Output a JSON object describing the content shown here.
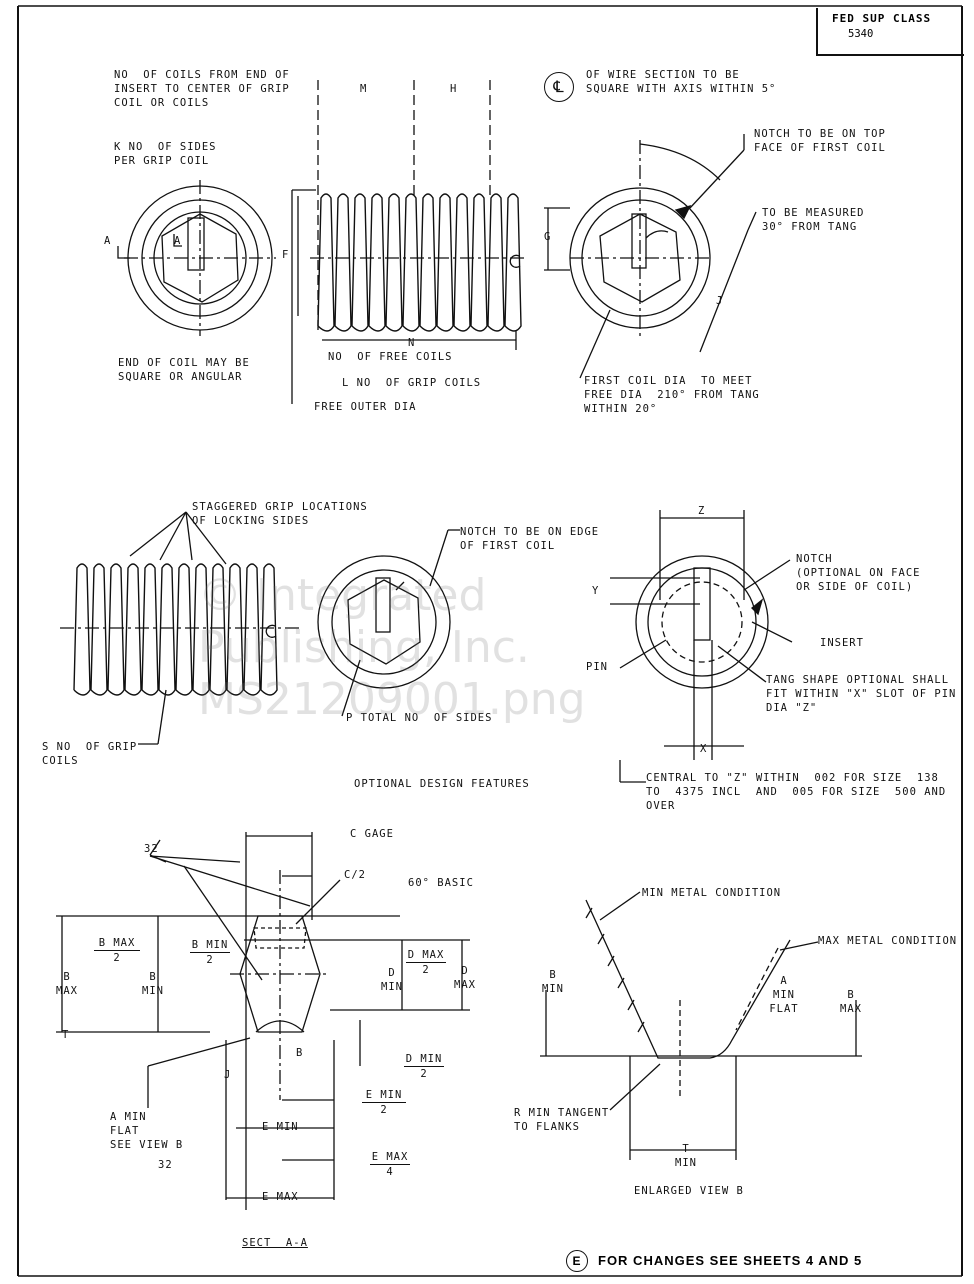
{
  "fsc": {
    "title": "FED SUP CLASS",
    "number": "5340"
  },
  "top_view": {
    "no_coils_label": "NO  OF COILS FROM END OF\nINSERT TO CENTER OF GRIP\nCOIL OR COILS",
    "dim_m": "M",
    "dim_h": "H",
    "centerline_symbol": "℄",
    "wire_section_note": "OF WIRE SECTION TO BE\nSQUARE WITH AXIS WITHIN 5°",
    "k_sides": "K NO  OF SIDES\nPER GRIP COIL",
    "section_a_left": "A",
    "section_a_right": "A",
    "end_coil_note": "END OF COIL MAY BE\nSQUARE OR ANGULAR",
    "dim_f": "F",
    "dim_n": "N",
    "free_coils": "NO  OF FREE COILS",
    "grip_coils": "L NO  OF GRIP COILS",
    "free_outer_dia": "FREE OUTER DIA",
    "notch_top": "NOTCH TO BE ON TOP\nFACE OF FIRST COIL",
    "measured_note": "TO BE MEASURED\n30° FROM TANG",
    "dim_g": "G",
    "dim_j": "J",
    "first_coil_note": "FIRST COIL DIA  TO MEET\nFREE DIA  210° FROM TANG\nWITHIN 20°"
  },
  "optional": {
    "staggered": "STAGGERED GRIP LOCATIONS\nOF LOCKING SIDES",
    "notch_edge": "NOTCH TO BE ON EDGE\nOF FIRST COIL",
    "s_grip": "S NO  OF GRIP\nCOILS",
    "p_sides": "P TOTAL NO  OF SIDES",
    "title": "OPTIONAL DESIGN FEATURES",
    "dim_z": "Z",
    "notch_optional": "NOTCH\n(OPTIONAL ON FACE\nOR SIDE OF COIL)",
    "dim_y": "Y",
    "insert": "INSERT",
    "pin": "PIN",
    "tang_shape": "TANG SHAPE OPTIONAL SHALL\nFIT WITHIN \"X\" SLOT OF PIN\nDIA \"Z\"",
    "dim_x": "X",
    "central_note": "CENTRAL TO \"Z\" WITHIN  002 FOR SIZE  138\nTO  4375 INCL  AND  005 FOR SIZE  500 AND\nOVER"
  },
  "section": {
    "finish": "32",
    "finish2": "32",
    "c_gage": "C GAGE",
    "c_half": "C/2",
    "basic_angle": "60° BASIC",
    "b_max_frac": "B MAX",
    "b_min_frac": "B MIN",
    "two": "2",
    "b_max": "B\nMAX",
    "b_min": "B\nMIN",
    "d_max_frac": "D MAX",
    "d_min": "D\nMIN",
    "d_max": "D\nMAX",
    "d_min_frac": "D MIN",
    "dim_t": "T",
    "dim_b": "B",
    "dim_j": "J",
    "a_min_flat": "A MIN\nFLAT\nSEE VIEW B",
    "e_min_frac": "E MIN",
    "e_min": "E MIN",
    "e_max_frac": "E MAX",
    "four": "4",
    "e_max": "E MAX",
    "sect_label": "SECT  A-A"
  },
  "view_b": {
    "min_metal": "MIN METAL CONDITION",
    "max_metal": "MAX METAL CONDITION",
    "b_min": "B\nMIN",
    "a_min_flat": "A\nMIN\nFLAT",
    "b_max": "B\nMAX",
    "r_min": "R MIN TANGENT\nTO FLANKS",
    "t_min": "T\nMIN",
    "title": "ENLARGED VIEW B"
  },
  "watermark": "© Integrated\nPublishing, Inc.\nMS21209001.png",
  "footer": {
    "circle": "E",
    "text": "FOR CHANGES SEE SHEETS  4 AND 5"
  }
}
